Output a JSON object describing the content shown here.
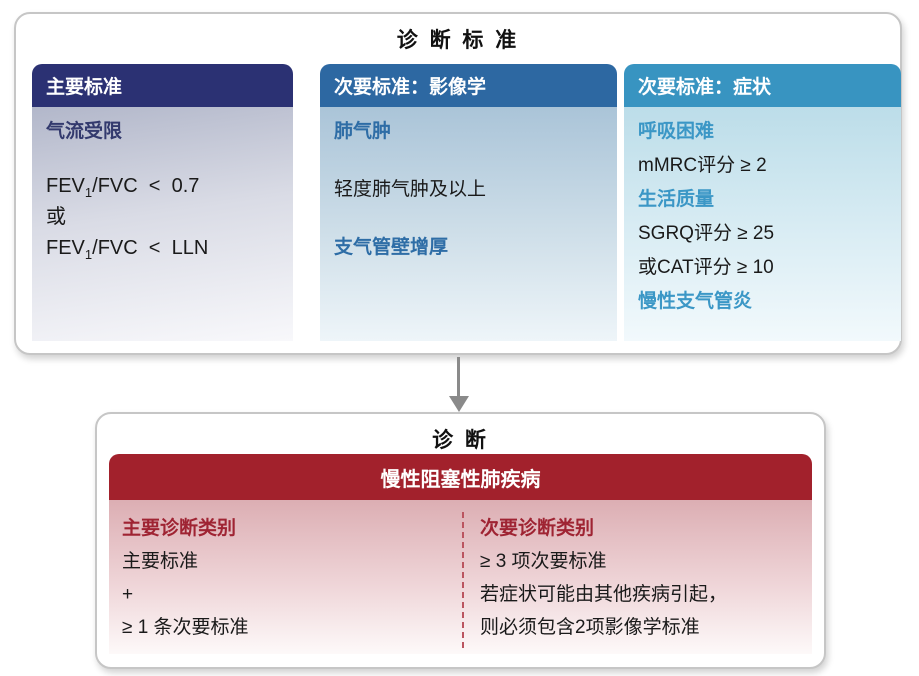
{
  "criteria_panel": {
    "title": "诊 断 标 准",
    "major": {
      "header": "主要标准",
      "subhead": "气流受限",
      "f1": {
        "pre": "FEV",
        "sub": "1",
        "post": "/FVC  <  0.7"
      },
      "or": "或",
      "f2": {
        "pre": "FEV",
        "sub": "1",
        "post": "/FVC  <  LLN"
      }
    },
    "imaging": {
      "header": "次要标准：影像学",
      "item1": "肺气肿",
      "item2": "轻度肺气肿及以上",
      "item3": "支气管壁增厚"
    },
    "symptoms": {
      "header": "次要标准：症状",
      "item1": "呼吸困难",
      "item2": "mMRC评分 ≥ 2",
      "item3": "生活质量",
      "item4": "SGRQ评分 ≥ 25",
      "item5": "或CAT评分 ≥ 10",
      "item6": "慢性支气管炎"
    }
  },
  "diagnosis_panel": {
    "title": "诊 断",
    "disease": "慢性阻塞性肺疾病",
    "major_category": {
      "header": "主要诊断类别",
      "line1": "主要标准",
      "line2": "+",
      "line3": "≥ 1 条次要标准"
    },
    "minor_category": {
      "header": "次要诊断类别",
      "line1": "≥ 3 项次要标准",
      "line2": "若症状可能由其他疾病引起，",
      "line3": "则必须包含2项影像学标准"
    }
  },
  "colors": {
    "major_header_bg": "#2b3173",
    "imaging_header_bg": "#2d68a2",
    "symptoms_header_bg": "#3894c1",
    "disease_header_bg": "#a2212c",
    "navy_text": "#333a6e",
    "blue_text": "#2e6da6",
    "cyan_text": "#3b97c6",
    "red_text": "#9f2433",
    "arrow_gray": "#8a8a8a",
    "major_body_top": "#b2b7ca",
    "imaging_body_top": "#aac4d8",
    "symptoms_body_top": "#bcdde9",
    "disease_body_top": "#dcaeb3"
  }
}
